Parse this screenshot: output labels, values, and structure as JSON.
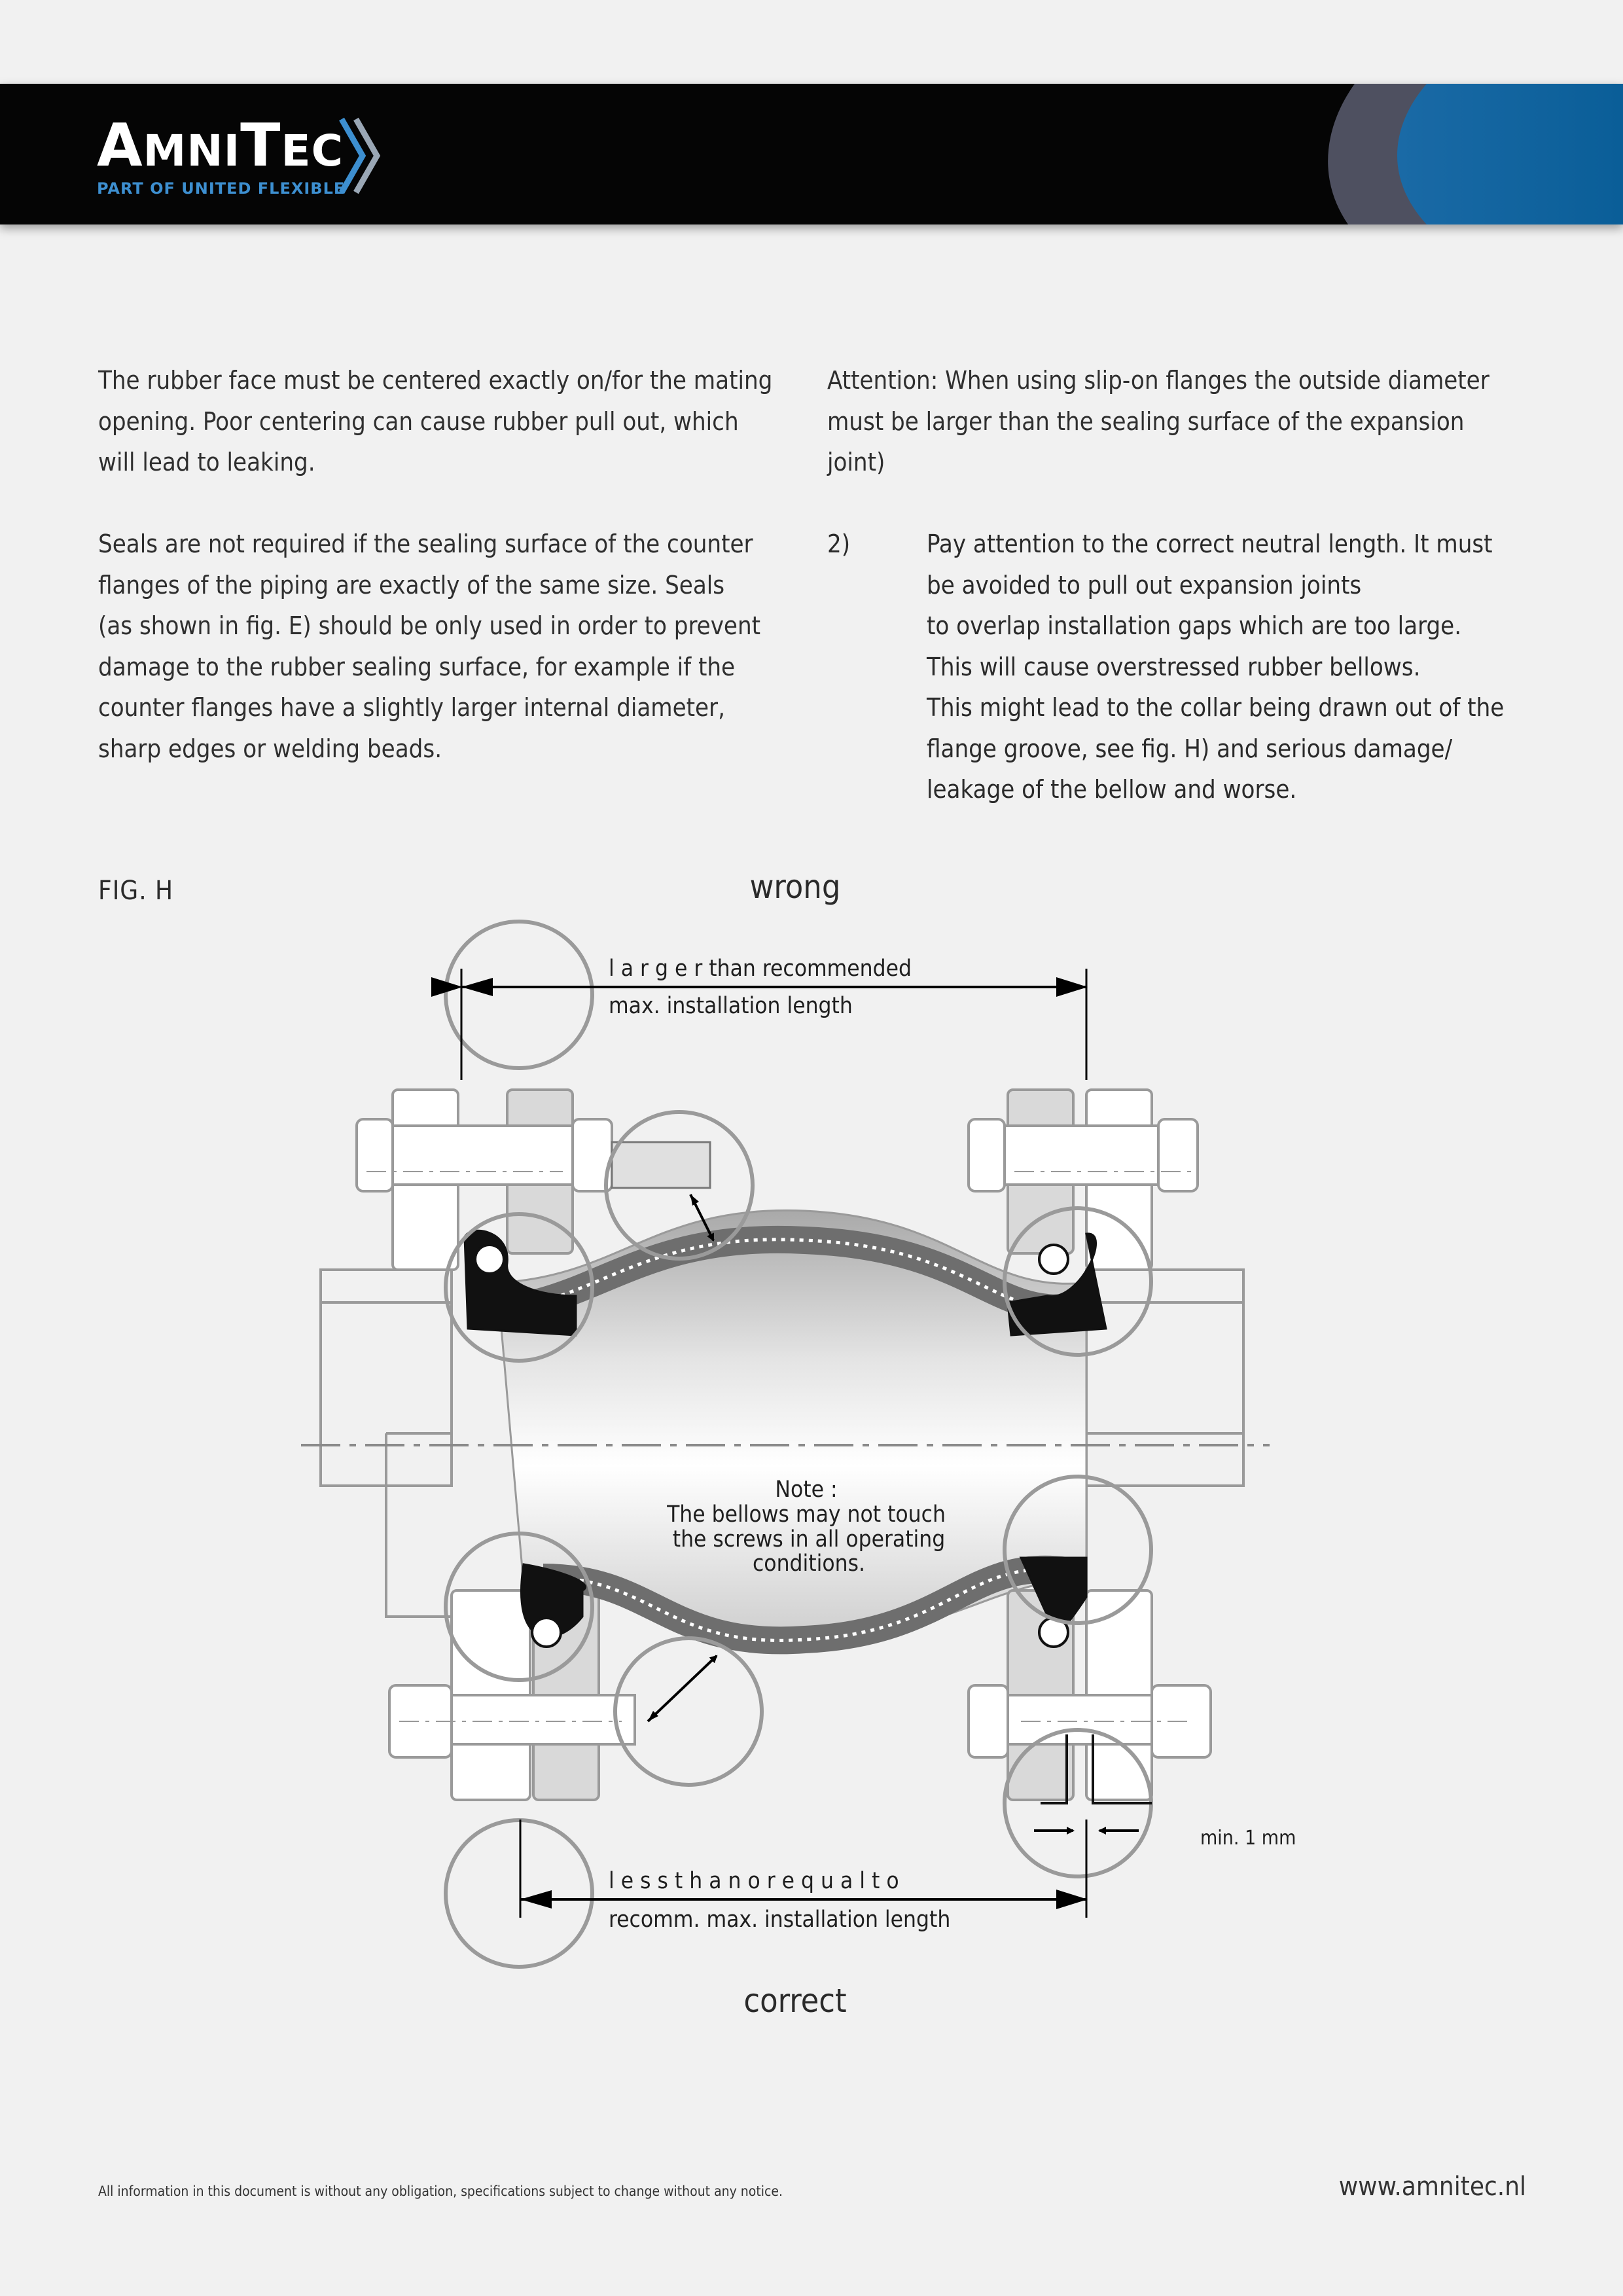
{
  "header": {
    "logo_word_part1": "A",
    "logo_word_part2": "MNI",
    "logo_word_part3": "T",
    "logo_word_part4": "EC",
    "logo_subtitle": "PART OF UNITED FLEXIBLE",
    "accent_color": "#3d8fd0"
  },
  "left_column": {
    "para1": "The rubber face must be centered exactly on/for the mating\nopening. Poor centering can cause rubber pull out, which\nwill lead to leaking.",
    "para2": "Seals are not required if the sealing surface of the counter\nflanges of the piping are exactly of the same size. Seals\n(as shown in fig. E) should be only used in order to prevent\ndamage to the rubber sealing surface, for example if the\ncounter flanges have a slightly larger internal diameter,\nsharp edges or welding beads."
  },
  "right_column": {
    "para1": "Attention: When using slip-on flanges the outside diameter\nmust be larger than the sealing surface of the expansion\njoint)",
    "item_number": "2)",
    "item_text": "Pay attention to the correct neutral length. It must\nbe avoided to pull out expansion joints\nto overlap installation gaps which are too large.\nThis will cause overstressed rubber bellows.\nThis might lead to the collar being drawn out of the\nflange groove, see fig. H) and serious damage/\nleakage of the bellow and worse."
  },
  "figure": {
    "label": "FIG. H",
    "title_wrong": "wrong",
    "title_correct": "correct",
    "top_dim_line1": "l a r g e r   than recommended",
    "top_dim_line2": "max. installation length",
    "note_title": "Note :",
    "note_line1": "The bellows may not touch",
    "note_line2": "the screws in all operating",
    "note_line3": "conditions.",
    "gap_label": "min. 1 mm",
    "bottom_dim_line1": "l e s s   t h a n   o r   e q u a l   t o",
    "bottom_dim_line2": "recomm. max. installation length"
  },
  "footer": {
    "disclaimer": "All information in this document is without any obligation, specifications subject to change without any notice.",
    "url": "www.amnitec.nl"
  }
}
